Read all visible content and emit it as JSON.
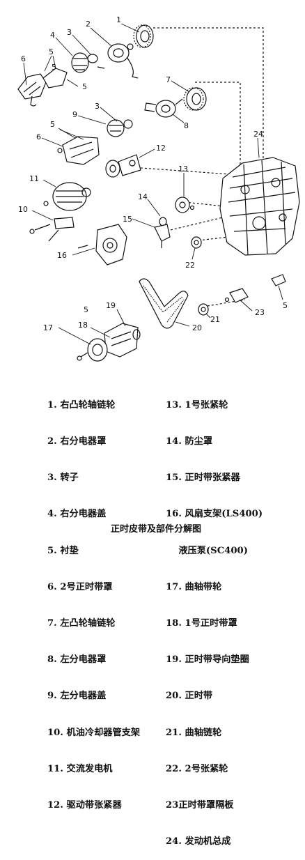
{
  "callouts": [
    "1",
    "2",
    "3",
    "4",
    "5",
    "6",
    "5",
    "5",
    "7",
    "8",
    "3",
    "9",
    "5",
    "6",
    "12",
    "24",
    "13",
    "11",
    "14",
    "10",
    "15",
    "16",
    "22",
    "5",
    "23",
    "5",
    "19",
    "21",
    "20",
    "17",
    "18"
  ],
  "legend_left": [
    "1. 右凸轮轴链轮",
    "2. 右分电器罩",
    "3. 转子",
    "4. 右分电器盖",
    "5. 衬垫",
    "6. 2号正时带罩",
    "7. 左凸轮轴链轮",
    "8. 左分电器罩",
    "9. 左分电器盖",
    "10. 机油冷却器管支架",
    "11. 交流发电机",
    "12. 驱动带张紧器"
  ],
  "legend_right": [
    "13. 1号张紧轮",
    "14. 防尘罩",
    "15. 正时带张紧器",
    "16. 风扇支架(LS400)",
    "    液压泵(SC400)",
    "17. 曲轴带轮",
    "18. 1号正时带罩",
    "19. 正时带导向垫圈",
    "20. 正时带",
    "21. 曲轴链轮",
    "22. 2号张紧轮",
    "23正时带罩隔板",
    "24. 发动机总成"
  ],
  "caption": "正时皮带及部件分解图"
}
